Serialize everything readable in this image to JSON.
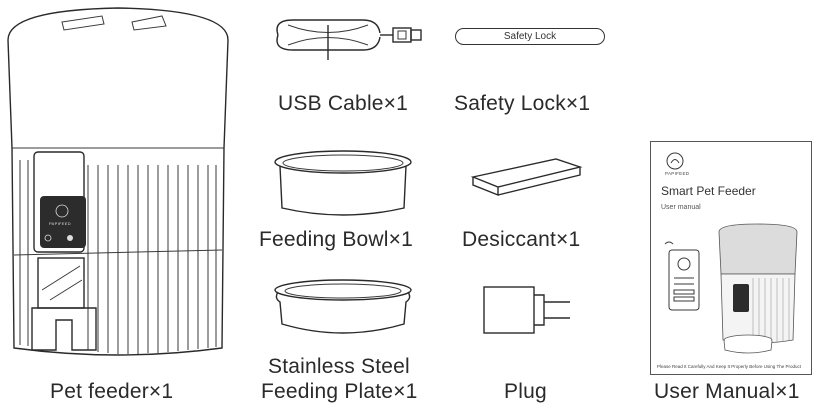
{
  "items": {
    "pet_feeder": {
      "label": "Pet feeder×1",
      "logo_text": "PAPIFEED"
    },
    "usb_cable": {
      "label": "USB Cable×1"
    },
    "safety_lock": {
      "label": "Safety Lock×1",
      "tag_text": "Safety Lock"
    },
    "feeding_bowl": {
      "label": "Feeding Bowl×1"
    },
    "desiccant": {
      "label": "Desiccant×1"
    },
    "feeding_plate": {
      "label_line1": "Stainless Steel",
      "label_line2": "Feeding Plate×1"
    },
    "plug": {
      "label": "Plug"
    },
    "user_manual": {
      "label": "User Manual×1",
      "cover_title": "Smart Pet Feeder",
      "cover_subtitle": "User manual",
      "cover_logo": "PAPIFEED",
      "cover_footer": "Please Read It Carefully And Keep It Properly Before Using The Product"
    }
  },
  "colors": {
    "line": "#2a2a2a",
    "panel": "#2c2c2c",
    "background": "#ffffff"
  }
}
